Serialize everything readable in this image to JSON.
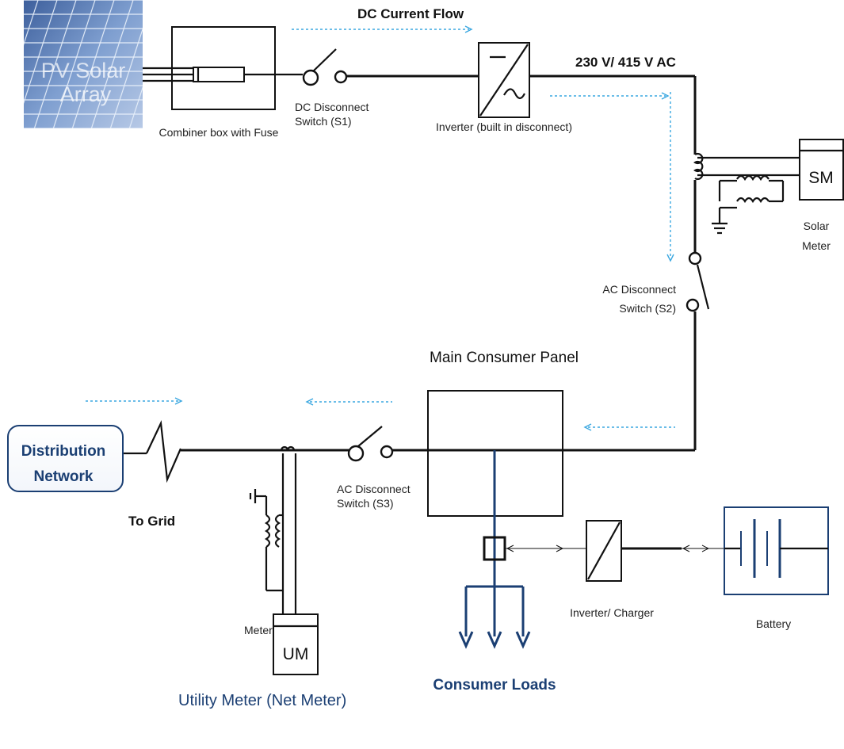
{
  "labels": {
    "pv_array_line1": "PV Solar",
    "pv_array_line2": "Array",
    "combiner_box": "Combiner  box with Fuse",
    "dc_disconnect_line1": "DC Disconnect",
    "dc_disconnect_line2": "Switch (S1)",
    "dc_current_flow": "DC Current Flow",
    "inverter": "Inverter  (built in disconnect)",
    "ac_voltage": "230 V/ 415 V AC",
    "solar_meter_abbr": "SM",
    "solar_meter_line1": "Solar",
    "solar_meter_line2": "Meter",
    "ac_disconnect_s2_line1": "AC Disconnect",
    "ac_disconnect_s2_line2": "Switch (S2)",
    "main_panel": "Main Consumer Panel",
    "distribution_line1": "Distribution",
    "distribution_line2": "Network",
    "to_grid": "To Grid",
    "ac_disconnect_s3_line1": "AC Disconnect",
    "ac_disconnect_s3_line2": "Switch (S3)",
    "meter": "Meter",
    "utility_meter_abbr": "UM",
    "utility_meter": "Utility Meter (Net Meter)",
    "consumer_loads": "Consumer Loads",
    "inverter_charger": "Inverter/  Charger",
    "battery": "Battery"
  },
  "colors": {
    "flow_arrow": "#3aa7e0",
    "navy": "#1b3f73",
    "solar_panel": "#6f93c6",
    "wire": "#111111"
  }
}
